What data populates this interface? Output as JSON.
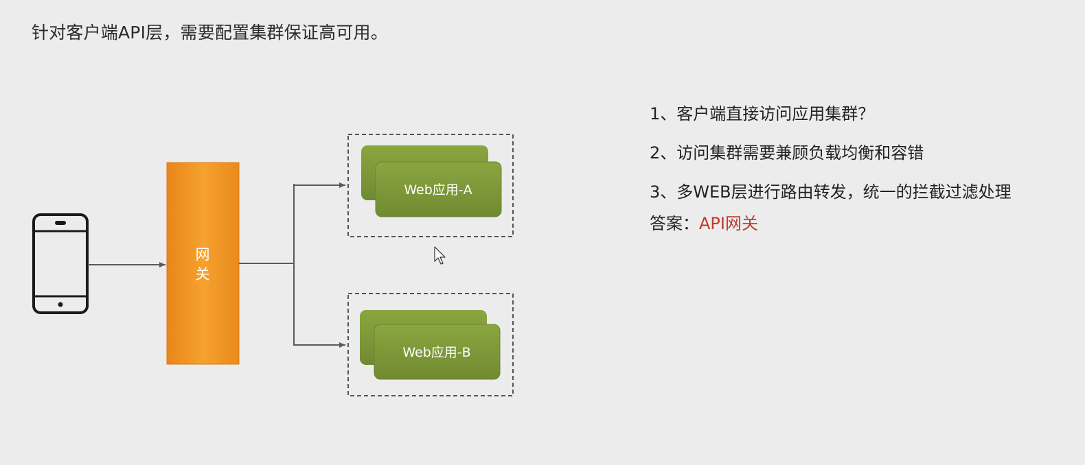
{
  "slide": {
    "title": "针对客户端API层，需要配置集群保证高可用。"
  },
  "diagram": {
    "gateway_label_line1": "网",
    "gateway_label_line2": "关",
    "app_a_label": "Web应用-A",
    "app_b_label": "Web应用-B"
  },
  "points": [
    "1、客户端直接访问应用集群？",
    "2、访问集群需要兼顾负载均衡和容错",
    "3、多WEB层进行路由转发，统一的拦截过滤处理"
  ],
  "answer": {
    "label": "答案：",
    "value": "API网关"
  },
  "colors": {
    "gateway": "#f39a24",
    "app": "#7f9a3a",
    "arrow": "#5a5a5a",
    "answer": "#c0392b"
  },
  "icons": {
    "client": "smartphone-icon",
    "cursor": "mouse-pointer-icon"
  }
}
